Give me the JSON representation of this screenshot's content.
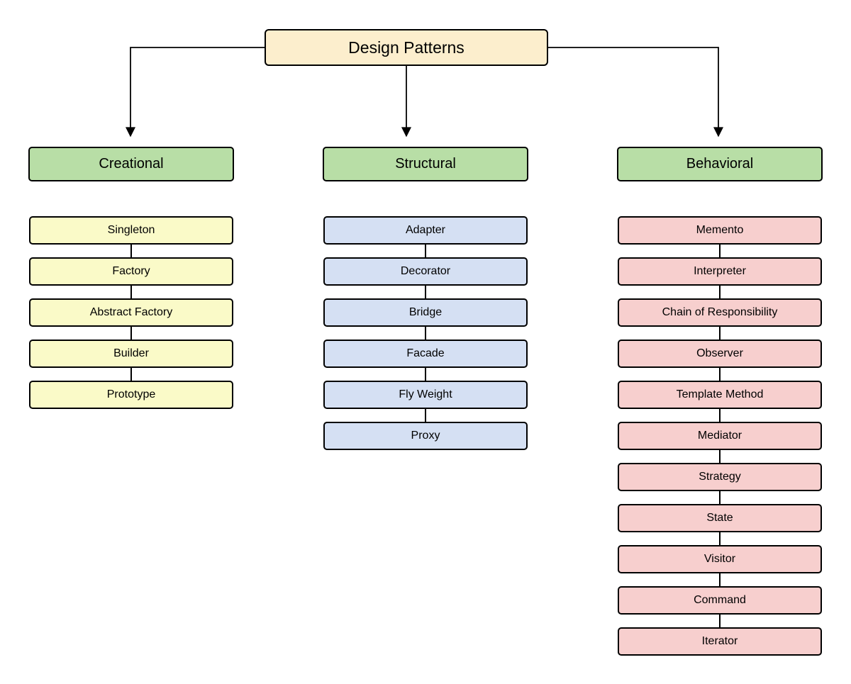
{
  "diagram": {
    "title": "Design Patterns",
    "colors": {
      "root_fill": "#fceecd",
      "category_fill": "#b8dea6",
      "creational_fill": "#fafac8",
      "structural_fill": "#d5e0f3",
      "behavioral_fill": "#f7cfce",
      "border": "#000000",
      "line": "#000000"
    },
    "columns": [
      {
        "id": "creational",
        "label": "Creational",
        "items": [
          "Singleton",
          "Factory",
          "Abstract Factory",
          "Builder",
          "Prototype"
        ]
      },
      {
        "id": "structural",
        "label": "Structural",
        "items": [
          "Adapter",
          "Decorator",
          "Bridge",
          "Facade",
          "Fly Weight",
          "Proxy"
        ]
      },
      {
        "id": "behavioral",
        "label": "Behavioral",
        "items": [
          "Memento",
          "Interpreter",
          "Chain of Responsibility",
          "Observer",
          "Template Method",
          "Mediator",
          "Strategy",
          "State",
          "Visitor",
          "Command",
          "Iterator"
        ]
      }
    ]
  }
}
